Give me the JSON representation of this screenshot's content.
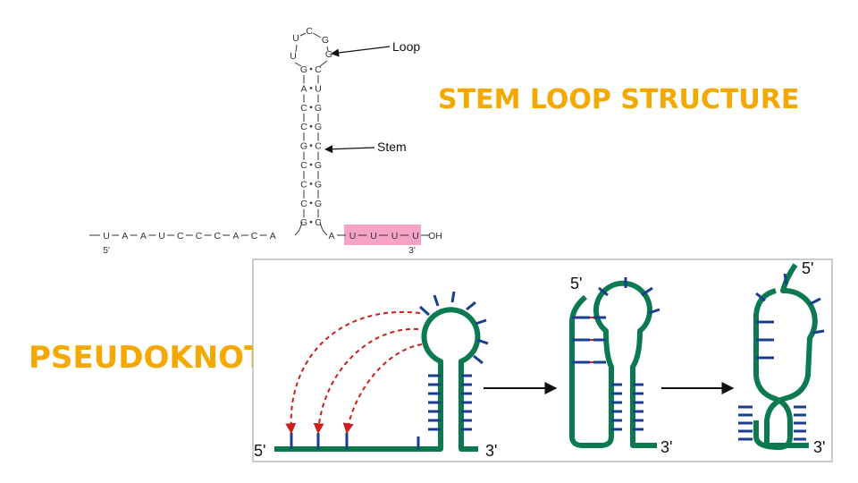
{
  "titles": {
    "stem_loop": "STEM LOOP STRUCTURE",
    "pseudoknot": "PSEUDOKNOT"
  },
  "stem_loop_diagram": {
    "loop_label": "Loop",
    "stem_label": "Stem",
    "loop_nucleotides": [
      "U",
      "U",
      "C",
      "G",
      "G"
    ],
    "stem_pairs": [
      [
        "G",
        "C"
      ],
      [
        "A",
        "U"
      ],
      [
        "C",
        "G"
      ],
      [
        "C",
        "G"
      ],
      [
        "G",
        "C"
      ],
      [
        "C",
        "G"
      ],
      [
        "C",
        "G"
      ],
      [
        "C",
        "G"
      ],
      [
        "G",
        "C"
      ]
    ],
    "five_prime_tail": [
      "U",
      "A",
      "A",
      "U",
      "C",
      "C",
      "C",
      "A",
      "C",
      "A"
    ],
    "three_prime_tail": [
      "A",
      "U",
      "U",
      "U",
      "U"
    ],
    "three_prime_cap": "OH",
    "five_prime_marker": "5'",
    "three_prime_marker": "3'"
  },
  "pseudoknot_panel": {
    "panels": [
      {
        "five_label": "5'",
        "three_label": "3'"
      },
      {
        "five_label": "5'",
        "three_label": "3'"
      },
      {
        "five_label": "5'",
        "three_label": "3'"
      }
    ]
  },
  "colors": {
    "title": "#f5a800",
    "strand": "#0b7a4f",
    "base_tick": "#1a3e8f",
    "interaction_arrow": "#cc1f1f",
    "highlight": "#f7a3c6",
    "panel_border": "#bbbbbb",
    "ink": "#333333"
  }
}
